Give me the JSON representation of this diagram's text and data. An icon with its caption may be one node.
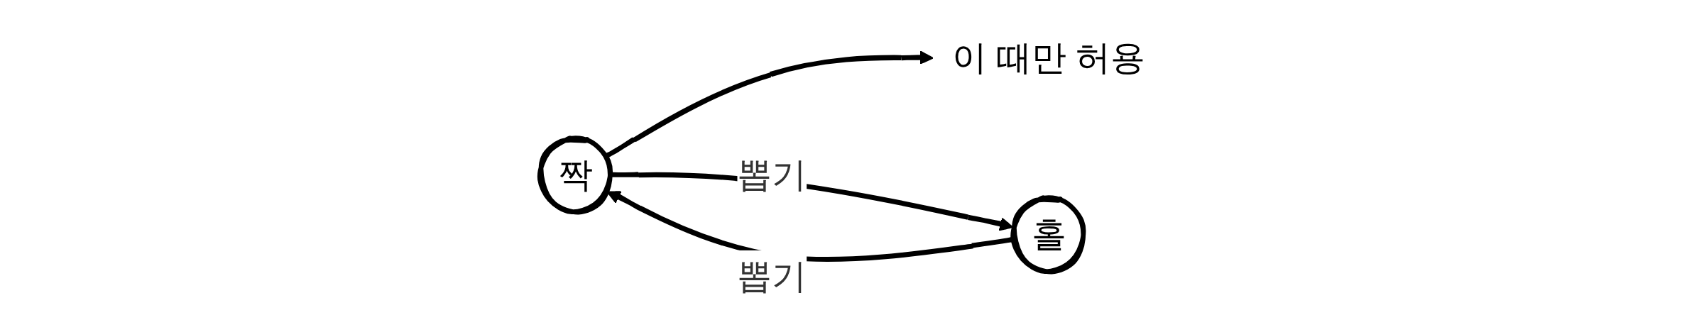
{
  "diagram": {
    "nodes": [
      {
        "text": [
          "이 때만 허용"
        ]
      },
      {
        "text": [
          "짝"
        ]
      },
      {
        "text": [
          "홀"
        ]
      }
    ],
    "edges": [
      {
        "from": 1,
        "to": 0,
        "arrow": "to"
      },
      {
        "from": 1,
        "to": 2,
        "label": "뽑기",
        "arrow": "to"
      },
      {
        "from": 2,
        "to": 1,
        "label": "뽑기",
        "arrow": "to"
      }
    ]
  }
}
